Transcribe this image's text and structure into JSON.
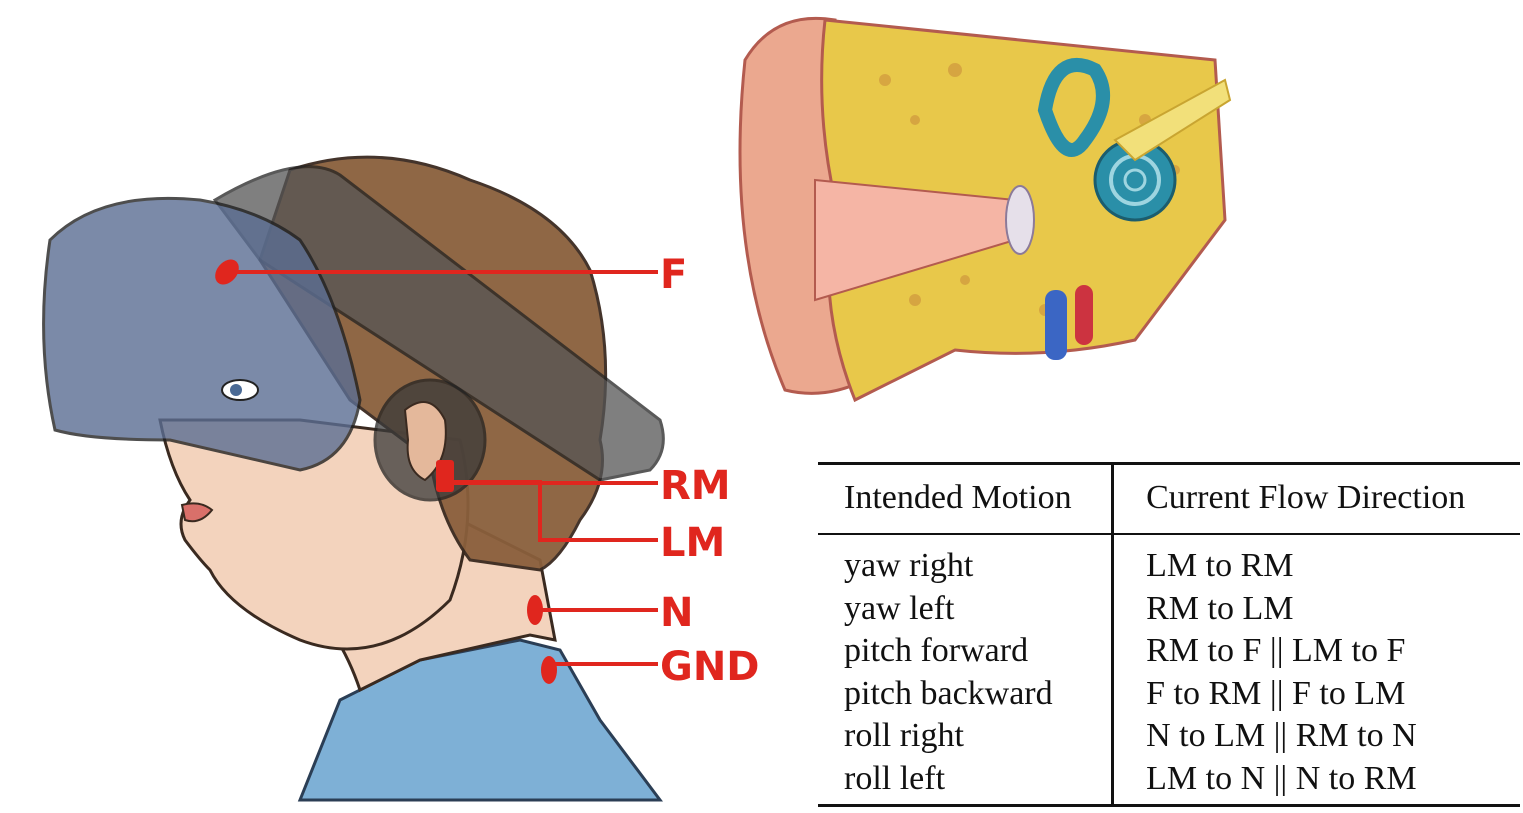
{
  "figure": {
    "electrode_labels": {
      "f": "F",
      "rm": "RM",
      "lm": "LM",
      "n": "N",
      "gnd": "GND"
    },
    "colors": {
      "electrode": "#e0261e",
      "skin": "#f3d3bd",
      "hair": "#8a5f3c",
      "headset": "#5b6e93",
      "shirt": "#7eb0d6",
      "bone": "#e8c84a",
      "ear_skin": "#eba88f",
      "inner_ear": "#2a8fa8"
    }
  },
  "table": {
    "headers": [
      "Intended Motion",
      "Current Flow Direction"
    ],
    "rows": [
      {
        "motion": "yaw right",
        "flow": "LM to RM"
      },
      {
        "motion": "yaw left",
        "flow": "RM to LM"
      },
      {
        "motion": "pitch forward",
        "flow": "RM to F || LM to F"
      },
      {
        "motion": "pitch backward",
        "flow": "F to RM || F to LM"
      },
      {
        "motion": "roll right",
        "flow": "N to LM || RM to N"
      },
      {
        "motion": "roll left",
        "flow": "LM to N || N to RM"
      }
    ]
  }
}
